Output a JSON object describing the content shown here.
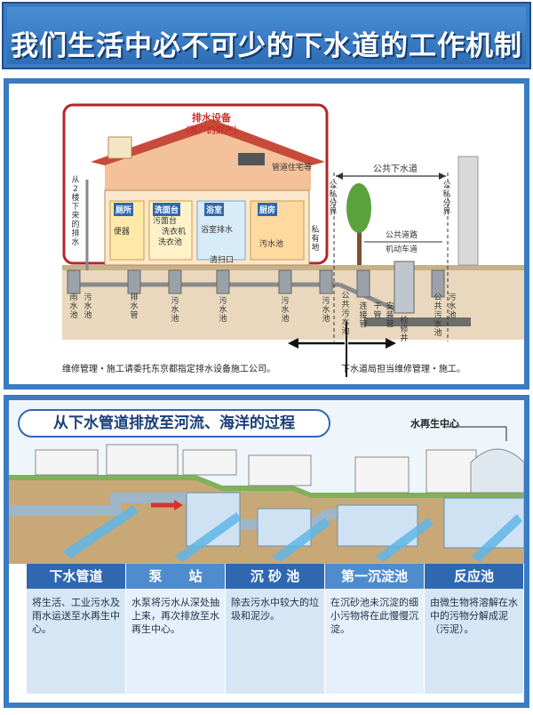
{
  "title": "我们生活中必不可少的下水道的工作机制",
  "panel1": {
    "drainage_equipment": "排水设备",
    "customer_property": "（客户的财产）",
    "public_sewer": "公共下水道",
    "building_drain_pipe": "管道住宅等",
    "upper_drain": "从2楼下来的排水",
    "rooms": {
      "toilet": "厕所",
      "washbasin": "洗面台",
      "bathroom": "浴室",
      "kitchen": "厨房"
    },
    "fixtures": {
      "toilet_bowl": "便器",
      "washbasin_fixture": "污面台",
      "washing_machine": "洗衣机",
      "sink": "洗衣池",
      "bath_drain": "浴室排水",
      "cleanout": "清扫口",
      "waste_pool": "汚水池"
    },
    "labels": {
      "rain_pool": "雨水池",
      "sewage_pool": "污水池",
      "drain_pipe": "排水管",
      "private_boundary": "私有地",
      "public_private_boundary": "公私分界",
      "public_road": "公共道路",
      "road_lane": "机动车道",
      "public_sewage_pool": "公共污水池",
      "connection_pipe": "连接管",
      "main_pipe": "干管",
      "public_pool": "公共污水池",
      "installation_pipe": "安装管",
      "inspection_well": "检修井"
    },
    "note_left": "维修管理・施工请委托东京都指定排水设备施工公司。",
    "note_right": "下水道局担当维修管理・施工。"
  },
  "panel2": {
    "heading": "从下水管道排放至河流、海洋的过程",
    "center_label": "水再生中心",
    "steps": [
      {
        "name": "下水管道",
        "desc": "将生活、工业污水及雨水运送至水再生中心。"
      },
      {
        "name": "泵　　站",
        "desc": "水泵将污水从深处抽上来，再次排放至水再生中心。"
      },
      {
        "name": "沉 砂 池",
        "desc": "除去污水中较大的垃圾和泥沙。"
      },
      {
        "name": "第一沉淀池",
        "desc": "在沉砂池未沉淀的细小污物将在此慢慢沉淀。"
      },
      {
        "name": "反应池",
        "desc": "由微生物将溶解在水中的污物分解成泥（污泥）。"
      }
    ]
  },
  "colors": {
    "banner_blue": "#3a7cc4",
    "header_blue": "#2f68b0",
    "red_frame": "#b3262a",
    "desc_bg": "#d6e6f5"
  }
}
